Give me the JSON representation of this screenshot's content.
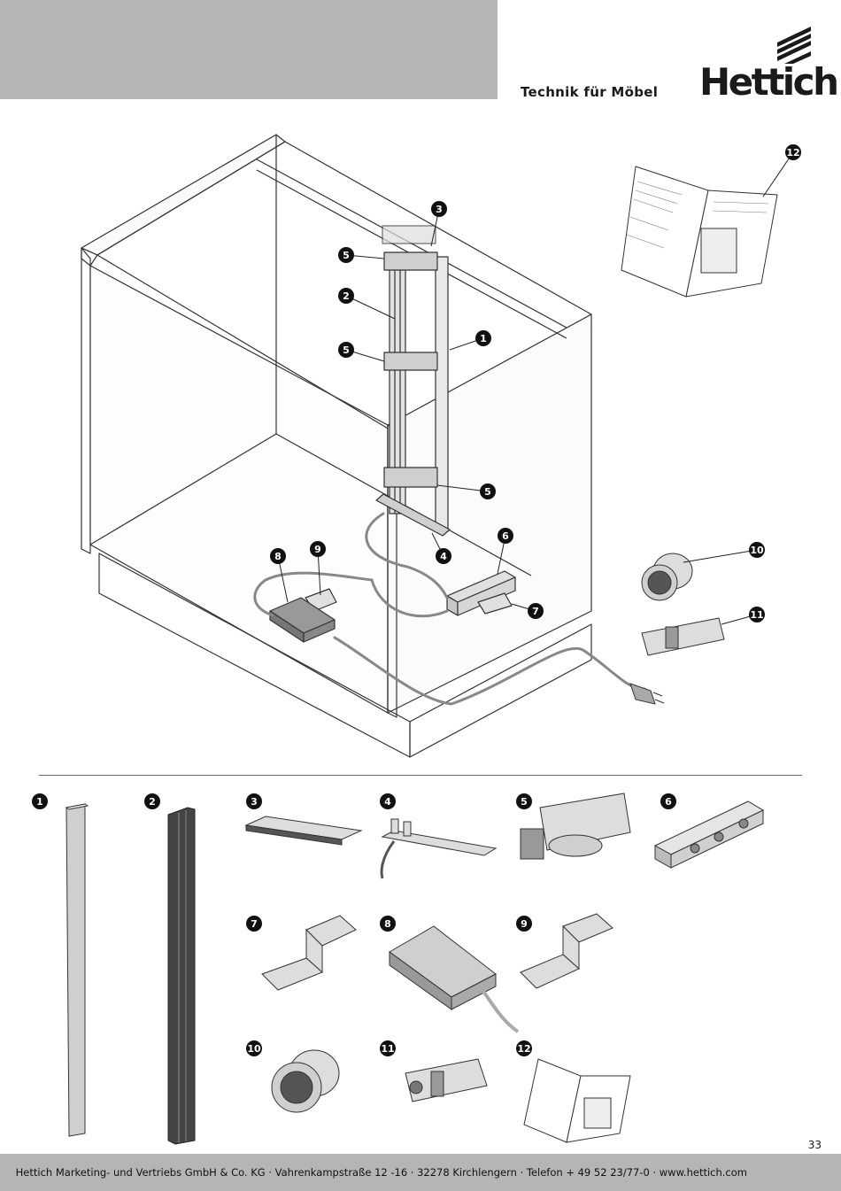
{
  "header": {
    "tagline": "Technik für Möbel",
    "logo_text": "Hettich"
  },
  "callouts": [
    "1",
    "2",
    "3",
    "4",
    "5",
    "5",
    "5",
    "6",
    "7",
    "8",
    "9",
    "10",
    "11",
    "12"
  ],
  "parts": [
    {
      "number": "1",
      "icon": "profile-rail-icon"
    },
    {
      "number": "2",
      "icon": "guide-profile-icon"
    },
    {
      "number": "3",
      "icon": "top-bracket-icon"
    },
    {
      "number": "4",
      "icon": "base-bracket-icon"
    },
    {
      "number": "5",
      "icon": "carriage-icon"
    },
    {
      "number": "6",
      "icon": "control-unit-icon"
    },
    {
      "number": "7",
      "icon": "mounting-clip-icon"
    },
    {
      "number": "8",
      "icon": "power-supply-icon"
    },
    {
      "number": "9",
      "icon": "mounting-clip-icon"
    },
    {
      "number": "10",
      "icon": "push-button-icon"
    },
    {
      "number": "11",
      "icon": "switch-icon"
    },
    {
      "number": "12",
      "icon": "manual-icon"
    }
  ],
  "footer": {
    "page_number": "33",
    "address": "Hettich Marketing- und Vertriebs GmbH & Co. KG · Vahrenkampstraße 12 -16 · 32278 Kirchlengern · Telefon + 49 52 23/77-0 · www.hettich.com"
  }
}
